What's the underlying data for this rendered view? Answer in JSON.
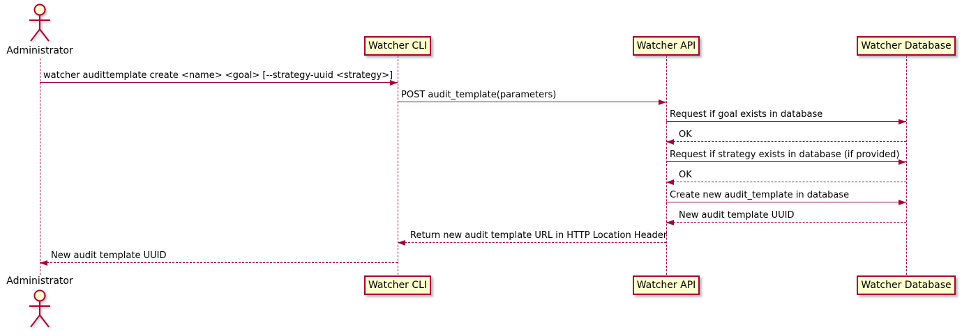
{
  "diagram": {
    "type": "sequence-diagram",
    "participants": [
      {
        "name": "Administrator",
        "kind": "actor"
      },
      {
        "name": "Watcher CLI",
        "kind": "participant"
      },
      {
        "name": "Watcher API",
        "kind": "participant"
      },
      {
        "name": "Watcher Database",
        "kind": "participant"
      }
    ],
    "messages": [
      {
        "from": "Administrator",
        "to": "Watcher CLI",
        "line": "solid",
        "text": "watcher audittemplate create <name> <goal> [--strategy-uuid <strategy>]"
      },
      {
        "from": "Watcher CLI",
        "to": "Watcher API",
        "line": "solid",
        "text": "POST audit_template(parameters)"
      },
      {
        "from": "Watcher API",
        "to": "Watcher Database",
        "line": "solid",
        "text": "Request if goal exists in database"
      },
      {
        "from": "Watcher Database",
        "to": "Watcher API",
        "line": "dashed",
        "text": "OK"
      },
      {
        "from": "Watcher API",
        "to": "Watcher Database",
        "line": "solid",
        "text": "Request if strategy exists in database (if provided)"
      },
      {
        "from": "Watcher Database",
        "to": "Watcher API",
        "line": "dashed",
        "text": "OK"
      },
      {
        "from": "Watcher API",
        "to": "Watcher Database",
        "line": "solid",
        "text": "Create new audit_template in database"
      },
      {
        "from": "Watcher Database",
        "to": "Watcher API",
        "line": "dashed",
        "text": "New audit template UUID"
      },
      {
        "from": "Watcher API",
        "to": "Watcher CLI",
        "line": "dashed",
        "text": "Return new audit template URL in HTTP Location Header"
      },
      {
        "from": "Watcher CLI",
        "to": "Administrator",
        "line": "dashed",
        "text": "New audit template UUID"
      }
    ],
    "colors": {
      "stroke": "#A80036",
      "participant_fill": "#FEFECE",
      "text": "#000000",
      "background": "#FFFFFF"
    }
  }
}
